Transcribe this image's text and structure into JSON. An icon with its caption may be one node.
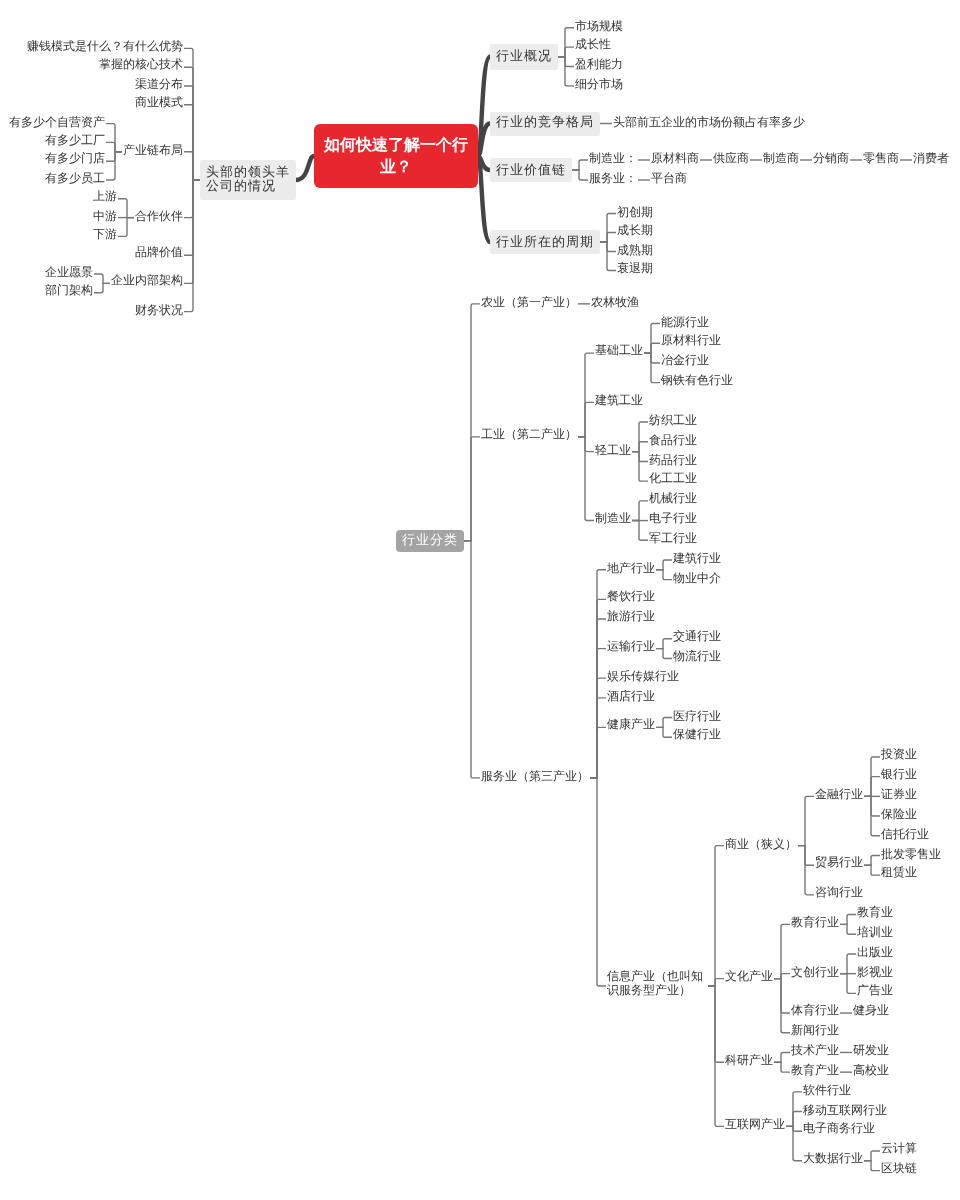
{
  "diagram": {
    "nodes": [
      {
        "text": [
          "如何快速了解一个行业？"
        ]
      },
      {
        "text": [
          "行业概况"
        ]
      },
      {
        "text": [
          "市场规模"
        ]
      },
      {
        "text": [
          "成长性"
        ]
      },
      {
        "text": [
          "盈利能力"
        ]
      },
      {
        "text": [
          "细分市场"
        ]
      },
      {
        "text": [
          "行业的竞争格局"
        ]
      },
      {
        "text": [
          "头部前五企业的市场份额占有率多少"
        ]
      },
      {
        "text": [
          "行业价值链"
        ]
      },
      {
        "text": [
          "制造业："
        ]
      },
      {
        "text": [
          "原材料商"
        ]
      },
      {
        "text": [
          "供应商"
        ]
      },
      {
        "text": [
          "制造商"
        ]
      },
      {
        "text": [
          "分销商"
        ]
      },
      {
        "text": [
          "零售商"
        ]
      },
      {
        "text": [
          "消费者"
        ]
      },
      {
        "text": [
          "服务业："
        ]
      },
      {
        "text": [
          "平台商"
        ]
      },
      {
        "text": [
          "行业所在的周期"
        ]
      },
      {
        "text": [
          "初创期"
        ]
      },
      {
        "text": [
          "成长期"
        ]
      },
      {
        "text": [
          "成熟期"
        ]
      },
      {
        "text": [
          "衰退期"
        ]
      },
      {
        "text": [
          "头部的领头羊公司的情况"
        ]
      },
      {
        "text": [
          "赚钱模式是什么？有什么优势"
        ]
      },
      {
        "text": [
          "掌握的核心技术"
        ]
      },
      {
        "text": [
          "渠道分布"
        ]
      },
      {
        "text": [
          "商业模式"
        ]
      },
      {
        "text": [
          "产业链布局"
        ]
      },
      {
        "text": [
          "有多少个自营资产"
        ]
      },
      {
        "text": [
          "有多少工厂"
        ]
      },
      {
        "text": [
          "有多少门店"
        ]
      },
      {
        "text": [
          "有多少员工"
        ]
      },
      {
        "text": [
          "合作伙伴"
        ]
      },
      {
        "text": [
          "上游"
        ]
      },
      {
        "text": [
          "中游"
        ]
      },
      {
        "text": [
          "下游"
        ]
      },
      {
        "text": [
          "品牌价值"
        ]
      },
      {
        "text": [
          "企业内部架构"
        ]
      },
      {
        "text": [
          "企业愿景"
        ]
      },
      {
        "text": [
          "部门架构"
        ]
      },
      {
        "text": [
          "财务状况"
        ]
      },
      {
        "text": [
          "行业分类"
        ]
      },
      {
        "text": [
          "农业（第一产业）"
        ]
      },
      {
        "text": [
          "农林牧渔"
        ]
      },
      {
        "text": [
          "工业（第二产业）"
        ]
      },
      {
        "text": [
          "基础工业"
        ]
      },
      {
        "text": [
          "能源行业"
        ]
      },
      {
        "text": [
          "原材料行业"
        ]
      },
      {
        "text": [
          "冶金行业"
        ]
      },
      {
        "text": [
          "钢铁有色行业"
        ]
      },
      {
        "text": [
          "建筑工业"
        ]
      },
      {
        "text": [
          "轻工业"
        ]
      },
      {
        "text": [
          "纺织工业"
        ]
      },
      {
        "text": [
          "食品行业"
        ]
      },
      {
        "text": [
          "药品行业"
        ]
      },
      {
        "text": [
          "化工工业"
        ]
      },
      {
        "text": [
          "制造业"
        ]
      },
      {
        "text": [
          "机械行业"
        ]
      },
      {
        "text": [
          "电子行业"
        ]
      },
      {
        "text": [
          "军工行业"
        ]
      },
      {
        "text": [
          "服务业（第三产业）"
        ]
      },
      {
        "text": [
          "地产行业"
        ]
      },
      {
        "text": [
          "建筑行业"
        ]
      },
      {
        "text": [
          "物业中介"
        ]
      },
      {
        "text": [
          "餐饮行业"
        ]
      },
      {
        "text": [
          "旅游行业"
        ]
      },
      {
        "text": [
          "运输行业"
        ]
      },
      {
        "text": [
          "交通行业"
        ]
      },
      {
        "text": [
          "物流行业"
        ]
      },
      {
        "text": [
          "娱乐传媒行业"
        ]
      },
      {
        "text": [
          "酒店行业"
        ]
      },
      {
        "text": [
          "健康产业"
        ]
      },
      {
        "text": [
          "医疗行业"
        ]
      },
      {
        "text": [
          "保健行业"
        ]
      },
      {
        "text": [
          "信息产业（也叫知识服务型产业）"
        ]
      },
      {
        "text": [
          "商业（狭义）"
        ]
      },
      {
        "text": [
          "金融行业"
        ]
      },
      {
        "text": [
          "投资业"
        ]
      },
      {
        "text": [
          "银行业"
        ]
      },
      {
        "text": [
          "证券业"
        ]
      },
      {
        "text": [
          "保险业"
        ]
      },
      {
        "text": [
          "信托行业"
        ]
      },
      {
        "text": [
          "贸易行业"
        ]
      },
      {
        "text": [
          "批发零售业"
        ]
      },
      {
        "text": [
          "租赁业"
        ]
      },
      {
        "text": [
          "咨询行业"
        ]
      },
      {
        "text": [
          "文化产业"
        ]
      },
      {
        "text": [
          "教育行业"
        ]
      },
      {
        "text": [
          "教育业"
        ]
      },
      {
        "text": [
          "培训业"
        ]
      },
      {
        "text": [
          "文创行业"
        ]
      },
      {
        "text": [
          "出版业"
        ]
      },
      {
        "text": [
          "影视业"
        ]
      },
      {
        "text": [
          "广告业"
        ]
      },
      {
        "text": [
          "体育行业"
        ]
      },
      {
        "text": [
          "健身业"
        ]
      },
      {
        "text": [
          "新闻行业"
        ]
      },
      {
        "text": [
          "科研产业"
        ]
      },
      {
        "text": [
          "技术产业"
        ]
      },
      {
        "text": [
          "研发业"
        ]
      },
      {
        "text": [
          "教育产业"
        ]
      },
      {
        "text": [
          "高校业"
        ]
      },
      {
        "text": [
          "互联网产业"
        ]
      },
      {
        "text": [
          "软件行业"
        ]
      },
      {
        "text": [
          "移动互联网行业"
        ]
      },
      {
        "text": [
          "电子商务行业"
        ]
      },
      {
        "text": [
          "大数据行业"
        ]
      },
      {
        "text": [
          "云计算"
        ]
      },
      {
        "text": [
          "区块链"
        ]
      }
    ],
    "edges": [
      {
        "from": 0,
        "to": 1,
        "arrow": "none",
        "style": "thick"
      },
      {
        "from": 1,
        "to": 2,
        "arrow": "none"
      },
      {
        "from": 1,
        "to": 3,
        "arrow": "none"
      },
      {
        "from": 1,
        "to": 4,
        "arrow": "none"
      },
      {
        "from": 1,
        "to": 5,
        "arrow": "none"
      },
      {
        "from": 0,
        "to": 6,
        "arrow": "none",
        "style": "thick"
      },
      {
        "from": 6,
        "to": 7,
        "arrow": "none"
      },
      {
        "from": 0,
        "to": 8,
        "arrow": "none",
        "style": "thick"
      },
      {
        "from": 8,
        "to": 9,
        "arrow": "none"
      },
      {
        "from": 9,
        "to": 10,
        "arrow": "none"
      },
      {
        "from": 10,
        "to": 11,
        "arrow": "none"
      },
      {
        "from": 11,
        "to": 12,
        "arrow": "none"
      },
      {
        "from": 12,
        "to": 13,
        "arrow": "none"
      },
      {
        "from": 13,
        "to": 14,
        "arrow": "none"
      },
      {
        "from": 14,
        "to": 15,
        "arrow": "none"
      },
      {
        "from": 8,
        "to": 16,
        "arrow": "none"
      },
      {
        "from": 16,
        "to": 17,
        "arrow": "none"
      },
      {
        "from": 0,
        "to": 18,
        "arrow": "none",
        "style": "thick"
      },
      {
        "from": 18,
        "to": 19,
        "arrow": "none"
      },
      {
        "from": 18,
        "to": 20,
        "arrow": "none"
      },
      {
        "from": 18,
        "to": 21,
        "arrow": "none"
      },
      {
        "from": 18,
        "to": 22,
        "arrow": "none"
      },
      {
        "from": 0,
        "to": 23,
        "arrow": "none",
        "style": "thick"
      },
      {
        "from": 23,
        "to": 24,
        "arrow": "none"
      },
      {
        "from": 23,
        "to": 25,
        "arrow": "none"
      },
      {
        "from": 23,
        "to": 26,
        "arrow": "none"
      },
      {
        "from": 23,
        "to": 27,
        "arrow": "none"
      },
      {
        "from": 23,
        "to": 28,
        "arrow": "none"
      },
      {
        "from": 28,
        "to": 29,
        "arrow": "none"
      },
      {
        "from": 28,
        "to": 30,
        "arrow": "none"
      },
      {
        "from": 28,
        "to": 31,
        "arrow": "none"
      },
      {
        "from": 28,
        "to": 32,
        "arrow": "none"
      },
      {
        "from": 23,
        "to": 33,
        "arrow": "none"
      },
      {
        "from": 33,
        "to": 34,
        "arrow": "none"
      },
      {
        "from": 33,
        "to": 35,
        "arrow": "none"
      },
      {
        "from": 33,
        "to": 36,
        "arrow": "none"
      },
      {
        "from": 23,
        "to": 37,
        "arrow": "none"
      },
      {
        "from": 23,
        "to": 38,
        "arrow": "none"
      },
      {
        "from": 38,
        "to": 39,
        "arrow": "none"
      },
      {
        "from": 38,
        "to": 40,
        "arrow": "none"
      },
      {
        "from": 23,
        "to": 41,
        "arrow": "none"
      },
      {
        "from": 42,
        "to": 43,
        "arrow": "none"
      },
      {
        "from": 43,
        "to": 44,
        "arrow": "none"
      },
      {
        "from": 42,
        "to": 45,
        "arrow": "none"
      },
      {
        "from": 45,
        "to": 46,
        "arrow": "none"
      },
      {
        "from": 46,
        "to": 47,
        "arrow": "none"
      },
      {
        "from": 46,
        "to": 48,
        "arrow": "none"
      },
      {
        "from": 46,
        "to": 49,
        "arrow": "none"
      },
      {
        "from": 46,
        "to": 50,
        "arrow": "none"
      },
      {
        "from": 45,
        "to": 51,
        "arrow": "none"
      },
      {
        "from": 45,
        "to": 52,
        "arrow": "none"
      },
      {
        "from": 52,
        "to": 53,
        "arrow": "none"
      },
      {
        "from": 52,
        "to": 54,
        "arrow": "none"
      },
      {
        "from": 52,
        "to": 55,
        "arrow": "none"
      },
      {
        "from": 52,
        "to": 56,
        "arrow": "none"
      },
      {
        "from": 45,
        "to": 57,
        "arrow": "none"
      },
      {
        "from": 57,
        "to": 58,
        "arrow": "none"
      },
      {
        "from": 57,
        "to": 59,
        "arrow": "none"
      },
      {
        "from": 57,
        "to": 60,
        "arrow": "none"
      },
      {
        "from": 42,
        "to": 61,
        "arrow": "none"
      },
      {
        "from": 61,
        "to": 62,
        "arrow": "none"
      },
      {
        "from": 62,
        "to": 63,
        "arrow": "none"
      },
      {
        "from": 62,
        "to": 64,
        "arrow": "none"
      },
      {
        "from": 61,
        "to": 65,
        "arrow": "none"
      },
      {
        "from": 61,
        "to": 66,
        "arrow": "none"
      },
      {
        "from": 61,
        "to": 67,
        "arrow": "none"
      },
      {
        "from": 67,
        "to": 68,
        "arrow": "none"
      },
      {
        "from": 67,
        "to": 69,
        "arrow": "none"
      },
      {
        "from": 61,
        "to": 70,
        "arrow": "none"
      },
      {
        "from": 61,
        "to": 71,
        "arrow": "none"
      },
      {
        "from": 61,
        "to": 72,
        "arrow": "none"
      },
      {
        "from": 72,
        "to": 73,
        "arrow": "none"
      },
      {
        "from": 72,
        "to": 74,
        "arrow": "none"
      },
      {
        "from": 61,
        "to": 75,
        "arrow": "none"
      },
      {
        "from": 75,
        "to": 76,
        "arrow": "none"
      },
      {
        "from": 76,
        "to": 77,
        "arrow": "none"
      },
      {
        "from": 77,
        "to": 78,
        "arrow": "none"
      },
      {
        "from": 77,
        "to": 79,
        "arrow": "none"
      },
      {
        "from": 77,
        "to": 80,
        "arrow": "none"
      },
      {
        "from": 77,
        "to": 81,
        "arrow": "none"
      },
      {
        "from": 77,
        "to": 82,
        "arrow": "none"
      },
      {
        "from": 76,
        "to": 83,
        "arrow": "none"
      },
      {
        "from": 83,
        "to": 84,
        "arrow": "none"
      },
      {
        "from": 83,
        "to": 85,
        "arrow": "none"
      },
      {
        "from": 76,
        "to": 86,
        "arrow": "none"
      },
      {
        "from": 75,
        "to": 87,
        "arrow": "none"
      },
      {
        "from": 87,
        "to": 88,
        "arrow": "none"
      },
      {
        "from": 88,
        "to": 89,
        "arrow": "none"
      },
      {
        "from": 88,
        "to": 90,
        "arrow": "none"
      },
      {
        "from": 87,
        "to": 91,
        "arrow": "none"
      },
      {
        "from": 91,
        "to": 92,
        "arrow": "none"
      },
      {
        "from": 91,
        "to": 93,
        "arrow": "none"
      },
      {
        "from": 91,
        "to": 94,
        "arrow": "none"
      },
      {
        "from": 87,
        "to": 95,
        "arrow": "none"
      },
      {
        "from": 95,
        "to": 96,
        "arrow": "none"
      },
      {
        "from": 87,
        "to": 97,
        "arrow": "none"
      },
      {
        "from": 75,
        "to": 98,
        "arrow": "none"
      },
      {
        "from": 98,
        "to": 99,
        "arrow": "none"
      },
      {
        "from": 99,
        "to": 100,
        "arrow": "none"
      },
      {
        "from": 98,
        "to": 101,
        "arrow": "none"
      },
      {
        "from": 101,
        "to": 102,
        "arrow": "none"
      },
      {
        "from": 75,
        "to": 103,
        "arrow": "none"
      },
      {
        "from": 103,
        "to": 104,
        "arrow": "none"
      },
      {
        "from": 103,
        "to": 105,
        "arrow": "none"
      },
      {
        "from": 103,
        "to": 106,
        "arrow": "none"
      },
      {
        "from": 103,
        "to": 107,
        "arrow": "none"
      },
      {
        "from": 107,
        "to": 108,
        "arrow": "none"
      },
      {
        "from": 107,
        "to": 109,
        "arrow": "none"
      }
    ]
  }
}
